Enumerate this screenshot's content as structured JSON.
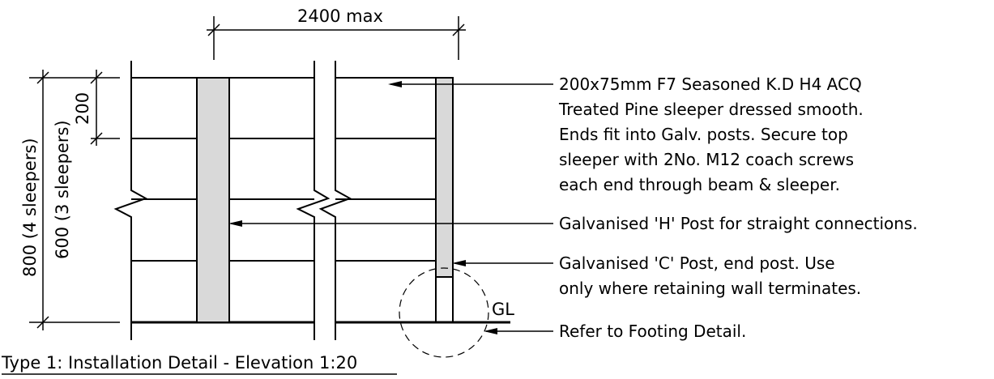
{
  "drawing": {
    "dimensions": {
      "width_max": "2400 max",
      "sleeper_height": "200",
      "height_4_sleepers": "800 (4 sleepers)",
      "height_3_sleepers": "600 (3 sleepers)"
    },
    "ground_label": "GL",
    "notes": {
      "sleeper": [
        "200x75mm F7 Seasoned K.D H4 ACQ",
        "Treated Pine sleeper dressed smooth.",
        "Ends fit into Galv. posts. Secure top",
        "sleeper with 2No. M12 coach screws",
        "each end through beam & sleeper."
      ],
      "h_post": "Galvanised 'H' Post for straight connections.",
      "c_post": [
        "Galvanised 'C' Post, end post. Use",
        "only where retaining wall terminates."
      ],
      "footing": "Refer to Footing Detail."
    },
    "title": "Type 1: Installation Detail - Elevation 1:20",
    "colors": {
      "post_fill": "#d9d9d9",
      "line": "#000000"
    }
  }
}
